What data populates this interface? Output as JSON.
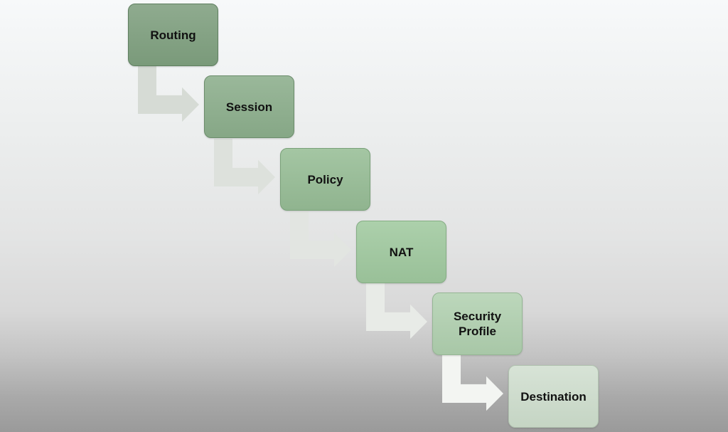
{
  "diagram": {
    "steps": [
      {
        "label": "Routing"
      },
      {
        "label": "Session"
      },
      {
        "label": "Policy"
      },
      {
        "label": "NAT"
      },
      {
        "label": "Security\nProfile"
      },
      {
        "label": "Destination"
      }
    ],
    "colors": {
      "connector_arrows": [
        "#d6dbd5",
        "#dde1dc",
        "#e2e5e1",
        "#e8ebe7",
        "#f3f5f2"
      ]
    }
  }
}
